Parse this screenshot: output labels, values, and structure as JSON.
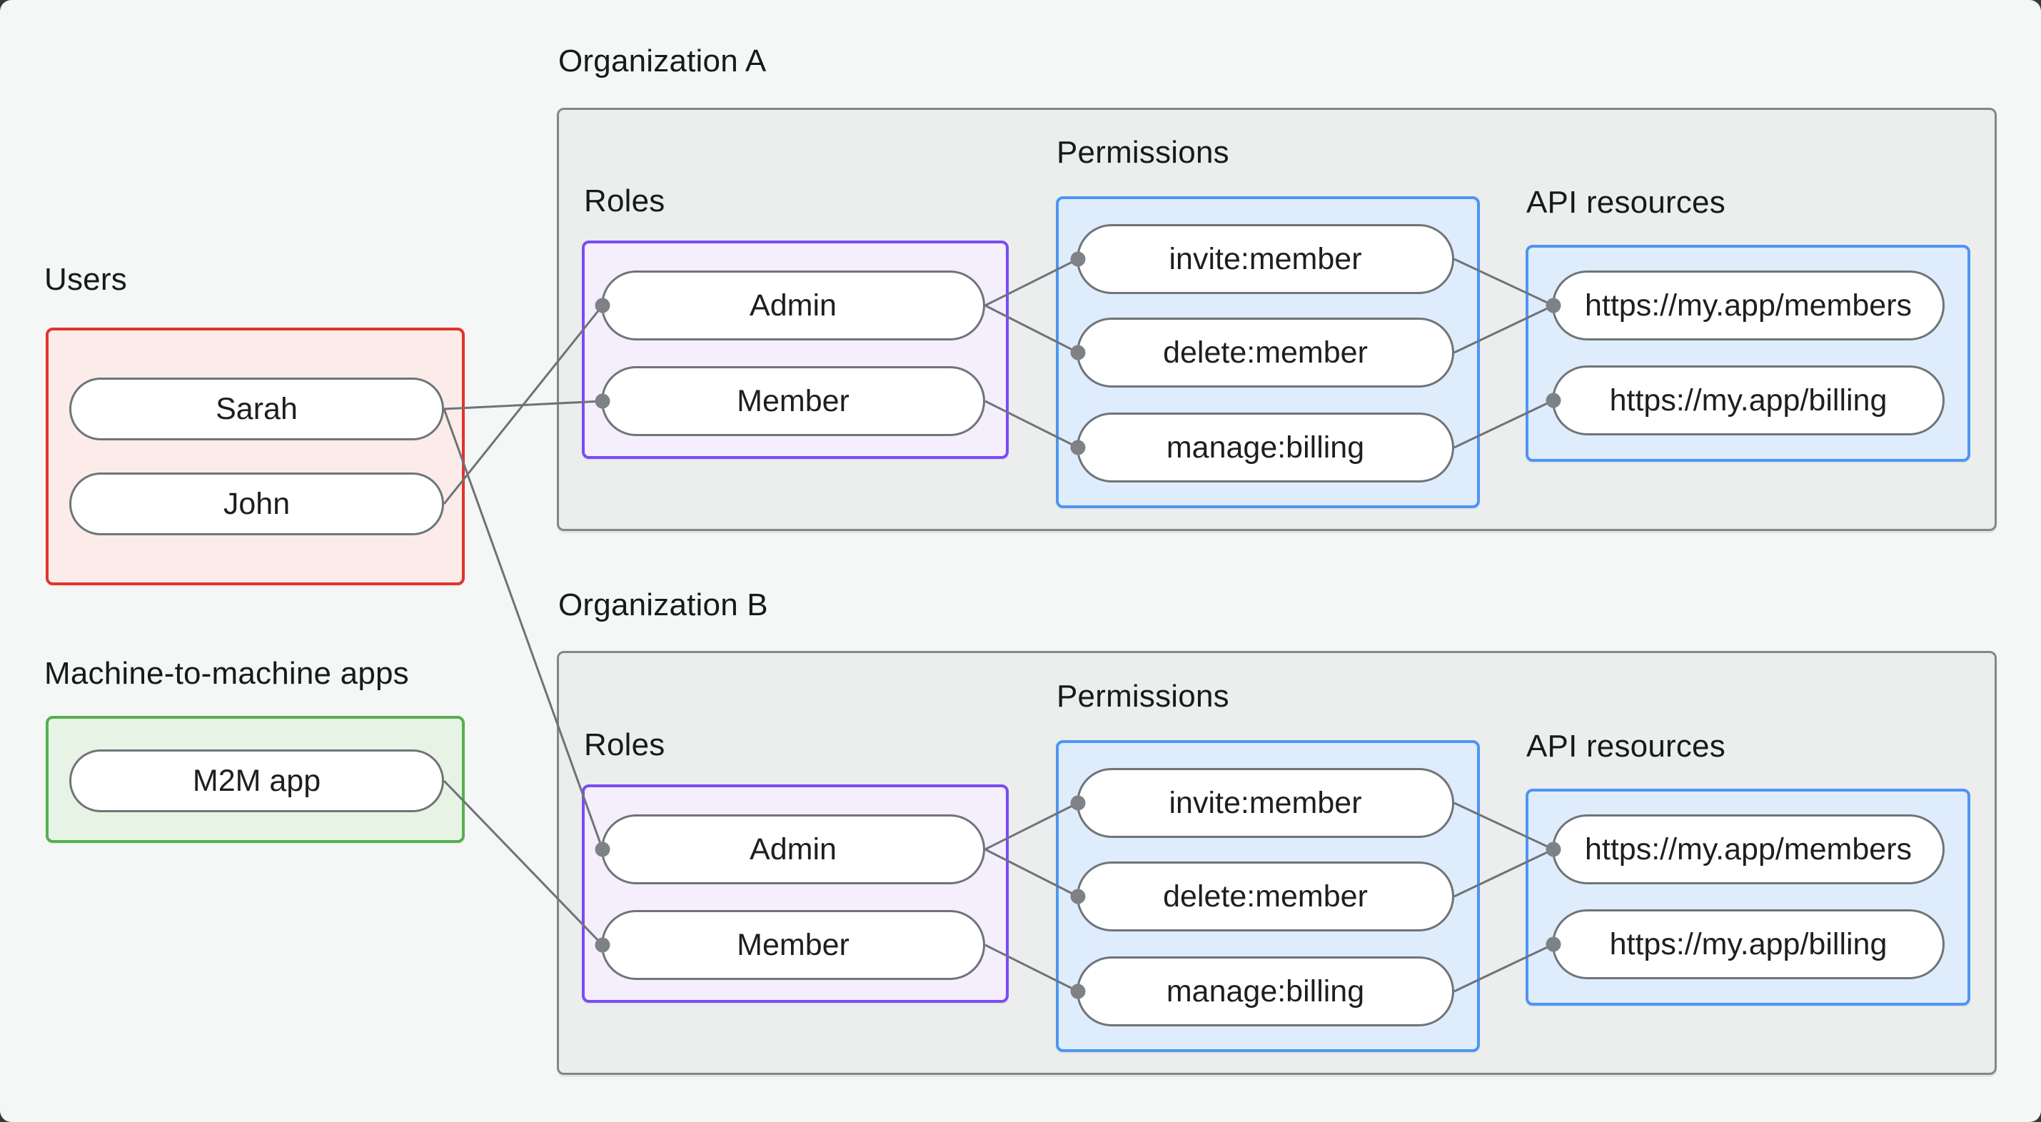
{
  "page": {
    "background": "#F5F6F6",
    "outer_background": "#2F3D36"
  },
  "colors": {
    "line": "#6E7377",
    "dot": "#7E8287",
    "org_border": "#83878A",
    "org_fill": "#ECEDED",
    "pill_border": "#6F7477",
    "text": "#1A1C1F"
  },
  "users_group": {
    "label": "Users",
    "border_color": "#E2332B",
    "fill_color": "#FBECE9",
    "items": [
      {
        "id": "sarah",
        "label": "Sarah"
      },
      {
        "id": "john",
        "label": "John"
      }
    ]
  },
  "m2m_group": {
    "label": "Machine-to-machine apps",
    "border_color": "#54B04E",
    "fill_color": "#E7F4E5",
    "items": [
      {
        "id": "m2m",
        "label": "M2M app"
      }
    ]
  },
  "orgs": [
    {
      "id": "org-a",
      "label": "Organization A",
      "roles": {
        "label": "Roles",
        "border_color": "#7A4CF5",
        "fill_color": "#F4EEFD",
        "items": [
          {
            "id": "a-admin",
            "label": "Admin"
          },
          {
            "id": "a-member",
            "label": "Member"
          }
        ]
      },
      "permissions": {
        "label": "Permissions",
        "border_color": "#4C96F3",
        "fill_color": "#DFECFB",
        "items": [
          {
            "id": "a-invite",
            "label": "invite:member"
          },
          {
            "id": "a-delete",
            "label": "delete:member"
          },
          {
            "id": "a-manage",
            "label": "manage:billing"
          }
        ]
      },
      "api_resources": {
        "label": "API resources",
        "border_color": "#4C96F3",
        "fill_color": "#DFECFB",
        "items": [
          {
            "id": "a-members",
            "label": "https://my.app/members"
          },
          {
            "id": "a-billing",
            "label": "https://my.app/billing"
          }
        ]
      }
    },
    {
      "id": "org-b",
      "label": "Organization B",
      "roles": {
        "label": "Roles",
        "border_color": "#7A4CF5",
        "fill_color": "#F4EEFD",
        "items": [
          {
            "id": "b-admin",
            "label": "Admin"
          },
          {
            "id": "b-member",
            "label": "Member"
          }
        ]
      },
      "permissions": {
        "label": "Permissions",
        "border_color": "#4C96F3",
        "fill_color": "#DFECFB",
        "items": [
          {
            "id": "b-invite",
            "label": "invite:member"
          },
          {
            "id": "b-delete",
            "label": "delete:member"
          },
          {
            "id": "b-manage",
            "label": "manage:billing"
          }
        ]
      },
      "api_resources": {
        "label": "API resources",
        "border_color": "#4C96F3",
        "fill_color": "#DFECFB",
        "items": [
          {
            "id": "b-members",
            "label": "https://my.app/members"
          },
          {
            "id": "b-billing",
            "label": "https://my.app/billing"
          }
        ]
      }
    }
  ],
  "edges": [
    {
      "from": "sarah",
      "to": "a-member"
    },
    {
      "from": "john",
      "to": "a-admin"
    },
    {
      "from": "sarah",
      "to": "b-admin"
    },
    {
      "from": "m2m",
      "to": "b-member"
    },
    {
      "from": "a-admin",
      "to": "a-invite"
    },
    {
      "from": "a-admin",
      "to": "a-delete"
    },
    {
      "from": "a-member",
      "to": "a-manage"
    },
    {
      "from": "a-invite",
      "to": "a-members"
    },
    {
      "from": "a-delete",
      "to": "a-members"
    },
    {
      "from": "a-manage",
      "to": "a-billing"
    },
    {
      "from": "b-admin",
      "to": "b-invite"
    },
    {
      "from": "b-admin",
      "to": "b-delete"
    },
    {
      "from": "b-member",
      "to": "b-manage"
    },
    {
      "from": "b-invite",
      "to": "b-members"
    },
    {
      "from": "b-delete",
      "to": "b-members"
    },
    {
      "from": "b-manage",
      "to": "b-billing"
    }
  ]
}
